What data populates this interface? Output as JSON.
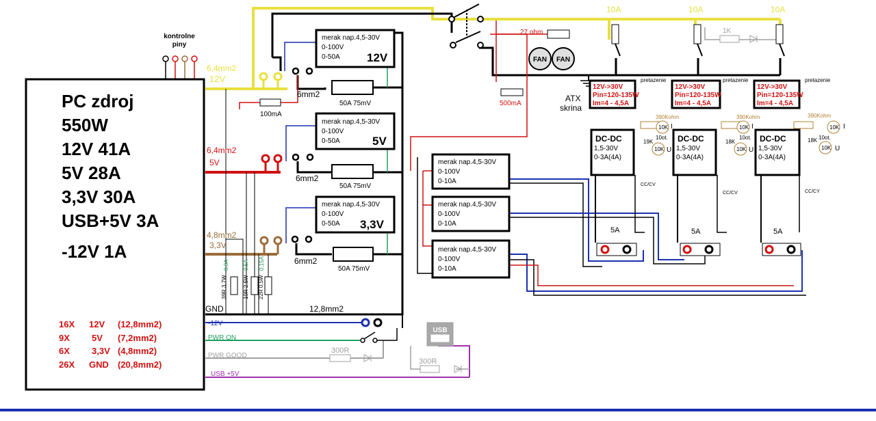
{
  "psu": {
    "title_lines": [
      "PC zdroj",
      "550W",
      "12V 41A",
      "5V 28A",
      "3,3V 30A",
      "USB+5V 3A",
      "-12V 1A"
    ],
    "wire_table": [
      {
        "count": "16X",
        "voltage": "12V",
        "section": "(12,8mm2)"
      },
      {
        "count": "9X",
        "voltage": "5V",
        "section": "(7,2mm2)"
      },
      {
        "count": "6X",
        "voltage": "3,3V",
        "section": "(4,8mm2)"
      },
      {
        "count": "26X",
        "voltage": "GND",
        "section": "(20,8mm2)"
      }
    ],
    "gnd_label": "GND"
  },
  "control_pins": {
    "line1": "kontrolne",
    "line2": "piny"
  },
  "rails": {
    "r12": {
      "section": "6,4mm2",
      "voltage": "12V"
    },
    "r5": {
      "section": "6,4mm2",
      "voltage": "5V"
    },
    "r33": {
      "section": "4,8mm2",
      "voltage": "3,3V"
    }
  },
  "gnd_bus": "12,8mm2",
  "fuse_100ma": "100mA",
  "fuse_500ma": "500mA",
  "load_resistors": [
    {
      "r": "39R 3,7W",
      "i": "0,3A"
    },
    {
      "r": "10R 2,5W",
      "i": "0,5A"
    },
    {
      "r": "22R 0,5W",
      "i": "0,15A"
    }
  ],
  "meters_main": [
    {
      "title": "merak  nap.4,5-30V",
      "range_v": "0-100V",
      "range_a": "0-50A",
      "big": "12V",
      "wire": "6mm2",
      "shunt": "50A 75mV"
    },
    {
      "title": "merak  nap.4,5-30V",
      "range_v": "0-100V",
      "range_a": "0-50A",
      "big": "5V",
      "wire": "6mm2",
      "shunt": "50A 75mV"
    },
    {
      "title": "merak  nap.4,5-30V",
      "range_v": "0-100V",
      "range_a": "0-50A",
      "big": "3,3V",
      "wire": "6mm2",
      "shunt": "50A 75mV"
    }
  ],
  "meters_out": [
    {
      "title": "merak  nap.4,5-30V",
      "range_v": "0-100V",
      "range_a": "0-10A"
    },
    {
      "title": "merak  nap.4,5-30V",
      "range_v": "0-100V",
      "range_a": "0-10A"
    },
    {
      "title": "merak  nap.4,5-30V",
      "range_v": "0-100V",
      "range_a": "0-10A"
    }
  ],
  "fans": [
    "FAN",
    "FAN"
  ],
  "fan_resistor": "27 ohm",
  "atx": {
    "line1": "ATX",
    "line2": "skrina"
  },
  "fuses_10a": [
    "10A",
    "10A",
    "10A"
  ],
  "led_resistor": "1K",
  "boost": {
    "line1": "12V->30V",
    "line2": "Pin=120-135W",
    "line3": "Im=4 - 4,5A"
  },
  "overload_label": "pretazenie",
  "buck": {
    "line1": "DC-DC",
    "line2": "1,5-30V",
    "line3": "0-3A(4A)"
  },
  "pots": {
    "r390": "390Kohm",
    "r10k": "10K",
    "r18k": "18K",
    "r19k": "19K",
    "turns": "10ot.",
    "u": "U",
    "i": "I"
  },
  "ccv": [
    "CC/CV",
    "CC/CV",
    "CC/CY"
  ],
  "out_fuse": "5A",
  "signals": {
    "m12": "-12V",
    "pwr_on": "PWR ON",
    "pwr_good": "PWR GOOD",
    "usb5": "USB +5V",
    "r300a": "300R",
    "r300b": "300R",
    "usb": "USB"
  },
  "colors": {
    "yellow": "#e8e040",
    "red": "#d01010",
    "brown": "#9b6b3a",
    "blue": "#1a2fb0",
    "green": "#20a060",
    "gray": "#a0a0a0",
    "purple": "#a030b0",
    "pin": "#c01010"
  }
}
